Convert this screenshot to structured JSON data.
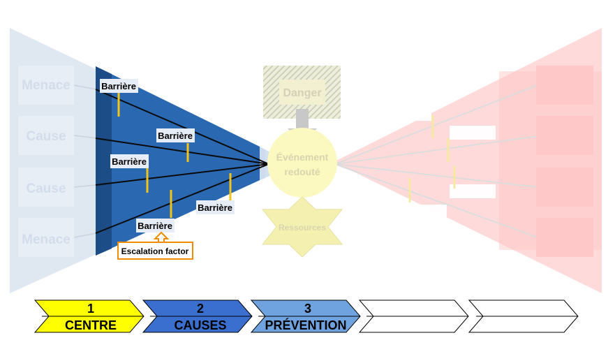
{
  "diagram": {
    "left_boxes": [
      "Menace",
      "Cause",
      "Cause",
      "Menace"
    ],
    "barriers": [
      "Barrière",
      "Barrière",
      "Barrière",
      "Barrière",
      "Barrière"
    ],
    "escalation_label": "Escalation factor",
    "danger_label": "Danger",
    "event_label": [
      "Événement",
      "redouté"
    ],
    "resources_label": "Ressources"
  },
  "steps": [
    {
      "number": "1",
      "label": "CENTRE",
      "fill": "#ffff00",
      "text_color": "#000000"
    },
    {
      "number": "2",
      "label": "CAUSES",
      "fill": "#3a6fd0",
      "text_color": "#000000"
    },
    {
      "number": "3",
      "label": "PRÉVENTION",
      "fill": "#6fa3e0",
      "text_color": "#000000"
    },
    {
      "number": "",
      "label": "",
      "fill": "#ffffff",
      "text_color": "#000000"
    },
    {
      "number": "",
      "label": "",
      "fill": "#ffffff",
      "text_color": "#000000"
    }
  ],
  "colors": {
    "prevention_blue": "#2b68b2",
    "prevention_dark": "#1d4d86",
    "barrier_yellow": "#f2c418",
    "escalation_orange": "#f08c00",
    "faded_left": "#dfe7f1",
    "faded_right": "#ffd6d6"
  }
}
